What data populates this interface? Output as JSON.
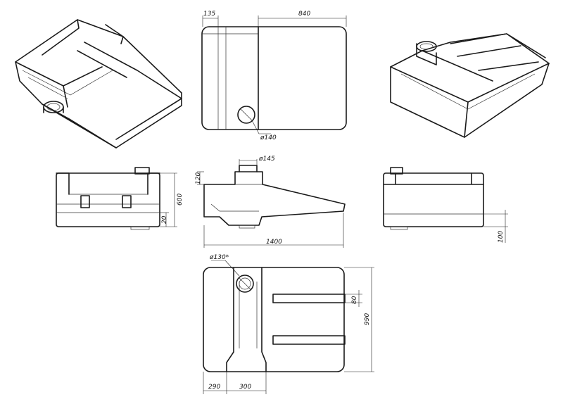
{
  "dimensions": {
    "top_left_width": "135",
    "top_right_width": "840",
    "top_hole_diameter": "ø140",
    "side_neck_diameter": "ø145",
    "side_neck_height": "120",
    "side_length": "1400",
    "front_height": "600",
    "front_bottom_offset": "20",
    "right_bottom_offset": "100",
    "bottom_hole_diameter": "ø130*",
    "bottom_depth": "990",
    "bottom_slot_width": "80",
    "bottom_left_width": "290",
    "bottom_channel_width": "300"
  }
}
